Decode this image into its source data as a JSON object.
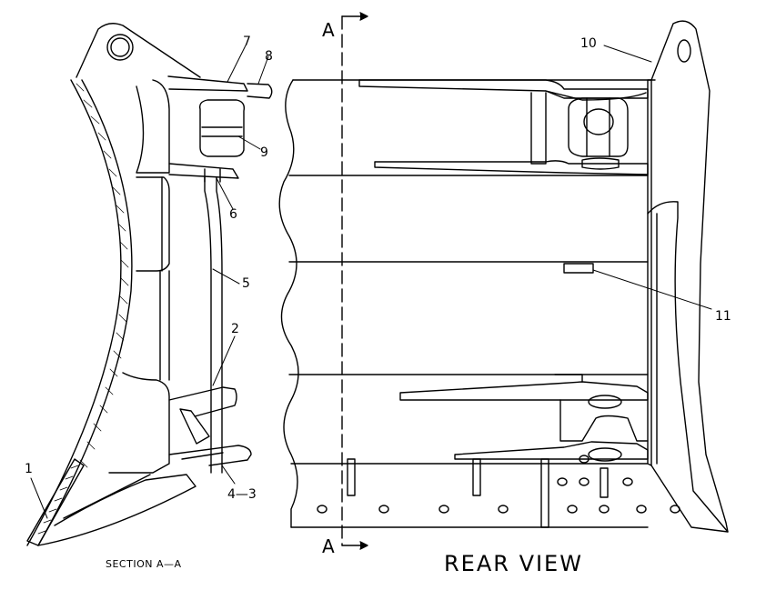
{
  "captions": {
    "section": "SECTION A—A",
    "rear_view": "REAR VIEW",
    "section_marker_top": "A",
    "section_marker_bottom": "A"
  },
  "callouts": {
    "c1": "1",
    "c2": "2",
    "c43": "4—3",
    "c5": "5",
    "c6": "6",
    "c7": "7",
    "c8": "8",
    "c9": "9",
    "c10": "10",
    "c11": "11"
  }
}
